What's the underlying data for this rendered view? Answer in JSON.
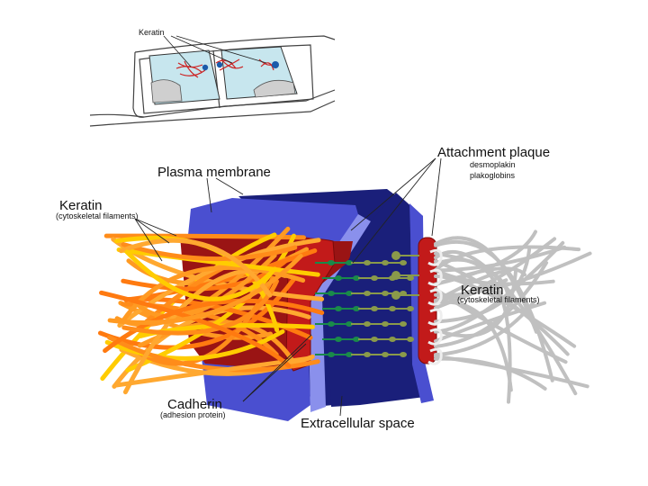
{
  "labels": {
    "top_keratin": "Keratin",
    "attachment_plaque": "Attachment plaque",
    "desmoplakin": "desmoplakin",
    "plakoglobins": "plakoglobins",
    "plasma_membrane": "Plasma membrane",
    "keratin_left": "Keratin",
    "keratin_left_sub": "(cytoskeletal filaments)",
    "keratin_right": "Keratin",
    "keratin_right_sub": "(cytoskeletal filaments)",
    "cadherin": "Cadherin",
    "cadherin_sub": "(adhesion protein)",
    "extracellular_space": "Extracellular space"
  },
  "colors": {
    "navy_membrane": "#1a1f7a",
    "blue_membrane": "#4a4fd0",
    "light_blue": "#7f86e8",
    "cytoplasm_red": "#9a1414",
    "plaque_red": "#c21a1a",
    "keratin_orange": "#ff8c1a",
    "keratin_yellow": "#ffcc00",
    "cadherin_green": "#1a8a4a",
    "cadherin_olive": "#8a9a4a",
    "keratin_grey": "#c0c0c0"
  }
}
